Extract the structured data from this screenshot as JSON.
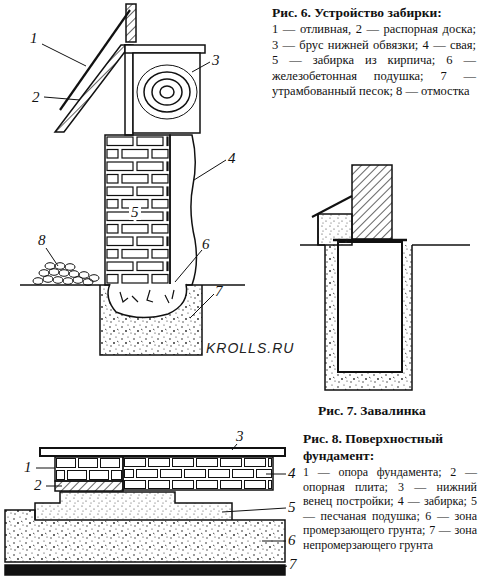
{
  "diagram": {
    "labels": [
      "Рис. 6. Устройство забирки:",
      "1 — отливная, 2 — распорная доска; 3 — брус нижней обвязки; 4 — свая; 5 — забирка из кирпича; 6 — железобетонная подушка; 7 — утрамбованный песок; 8 — отмостка",
      "1",
      "2",
      "3",
      "4",
      "5",
      "6",
      "7",
      "8",
      "KROLLS.RU",
      "Рис. 7. Завалинка",
      "Рис. 8. Поверхностный фундамент:",
      "1 — опора фундамента; 2 — опорная плита; 3 — нижний венец постройки; 4 — забирка; 5 — песчаная подушка; 6 — зона промерзающего грунта; 7 — зона непромерзающего грунта",
      "1",
      "2",
      "3",
      "4",
      "5",
      "6",
      "7"
    ]
  }
}
